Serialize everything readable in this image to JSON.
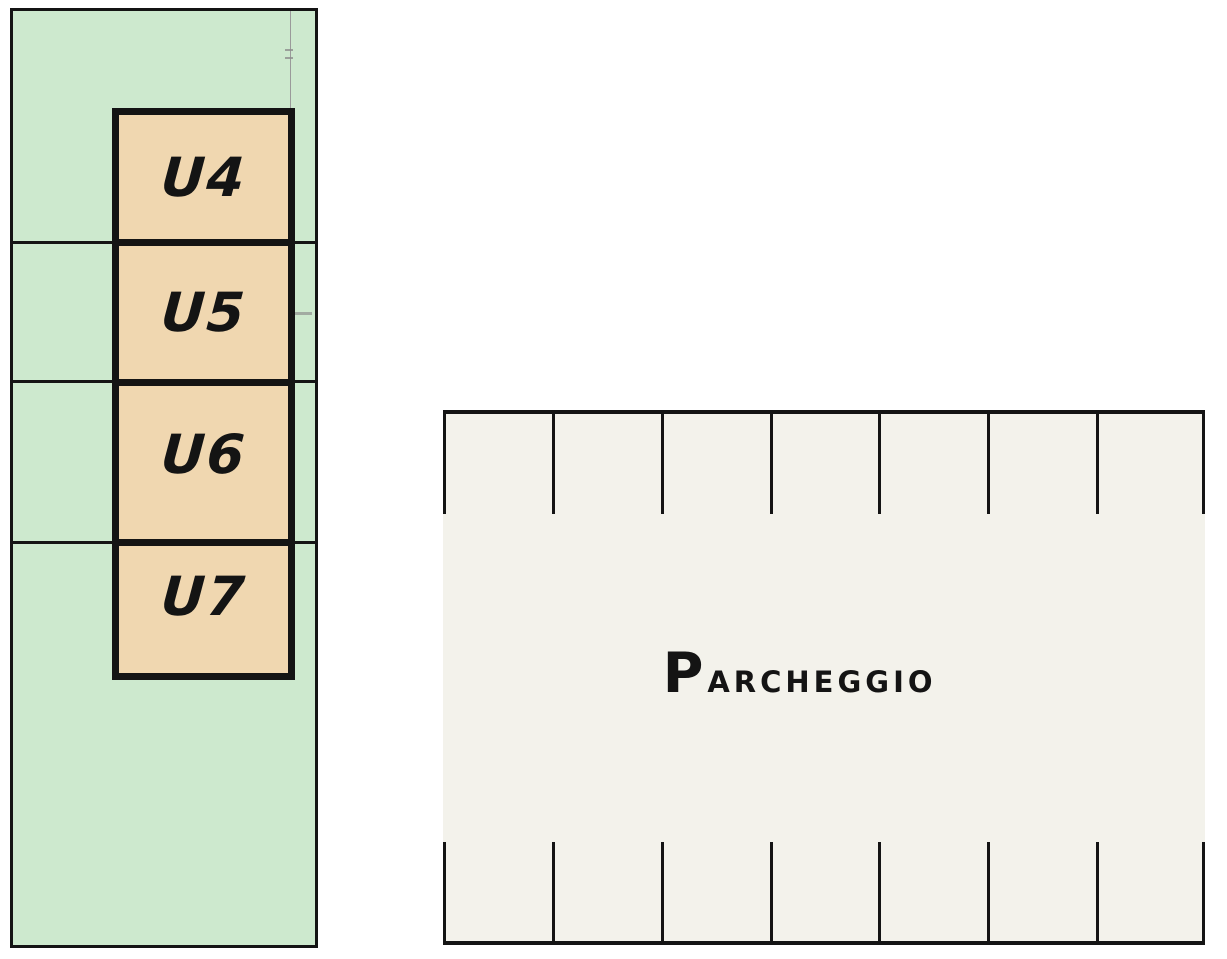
{
  "colors": {
    "land-green": "#cde9ce",
    "unit-tan": "#f0d7b0",
    "parking-grey": "#f3f2eb",
    "line-black": "#141414"
  },
  "land_parcel": {
    "boundary_line_count": 3
  },
  "units": [
    {
      "id": "U4"
    },
    {
      "id": "U5"
    },
    {
      "id": "U6"
    },
    {
      "id": "U7"
    }
  ],
  "parking": {
    "label": "Parcheggio",
    "stall_count": 7
  }
}
